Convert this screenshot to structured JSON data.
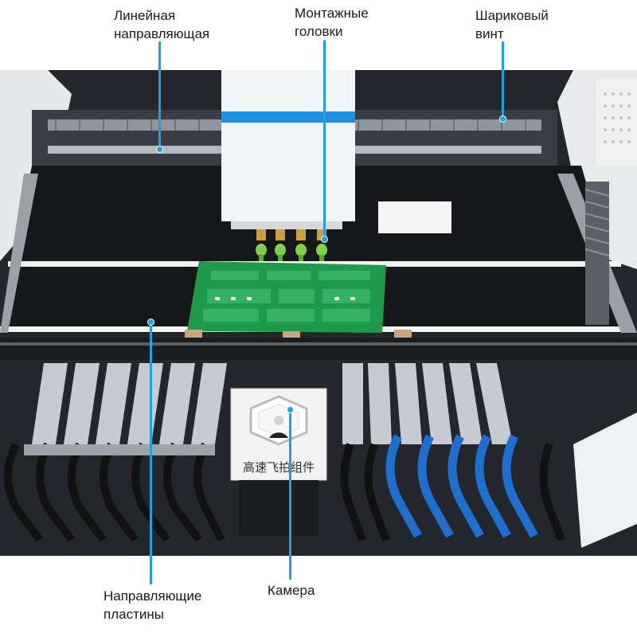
{
  "labels": {
    "linear_guide": "Линейная\nнаправляющая",
    "mount_heads": "Монтажные\nголовки",
    "ball_screw": "Шариковый\nвинт",
    "guide_plates": "Направляющие\nпластины",
    "camera": "Камера"
  },
  "camera_module_text": "高速飞拍组件",
  "colors": {
    "leader": "#1fa0e6",
    "pcb": "#1f9a4a",
    "head_band": "#1e8fe0",
    "feeder_blue": "#1f6fd0"
  }
}
